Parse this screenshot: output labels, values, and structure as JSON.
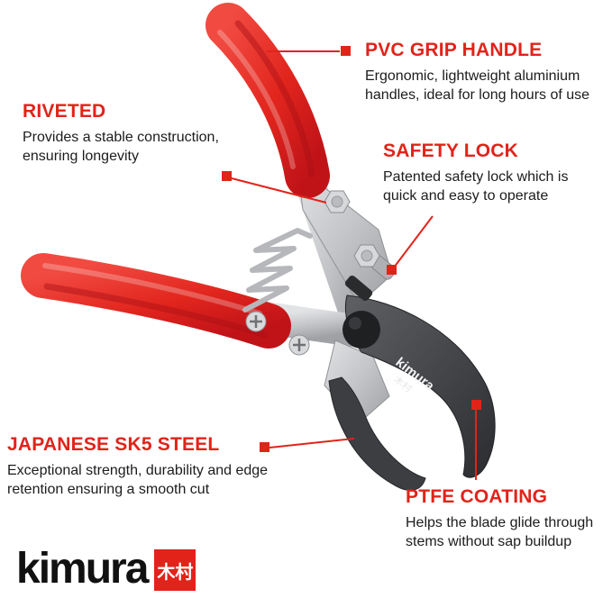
{
  "page": {
    "background": "#ffffff",
    "accent": "#e2231a"
  },
  "callouts": [
    {
      "id": "pvc-grip-handle",
      "title": "PVC GRIP HANDLE",
      "description": "Ergonomic, lightweight aluminium handles, ideal for long hours of use"
    },
    {
      "id": "riveted",
      "title": "RIVETED",
      "description": "Provides a stable construction, ensuring longevity"
    },
    {
      "id": "safety-lock",
      "title": "SAFETY LOCK",
      "description": "Patented safety lock which is quick and easy to operate"
    },
    {
      "id": "japanese-sk5-steel",
      "title": "JAPANESE SK5 STEEL",
      "description": "Exceptional strength, durability and edge retention ensuring a smooth cut"
    },
    {
      "id": "ptfe-coating",
      "title": "PTFE COATING",
      "description": "Helps the blade glide through stems without sap buildup"
    }
  ],
  "product": {
    "blade_brand": "kimura",
    "blade_brand_cjk": "木村"
  },
  "brand": {
    "wordmark": "kimura",
    "cjk": "木村"
  }
}
